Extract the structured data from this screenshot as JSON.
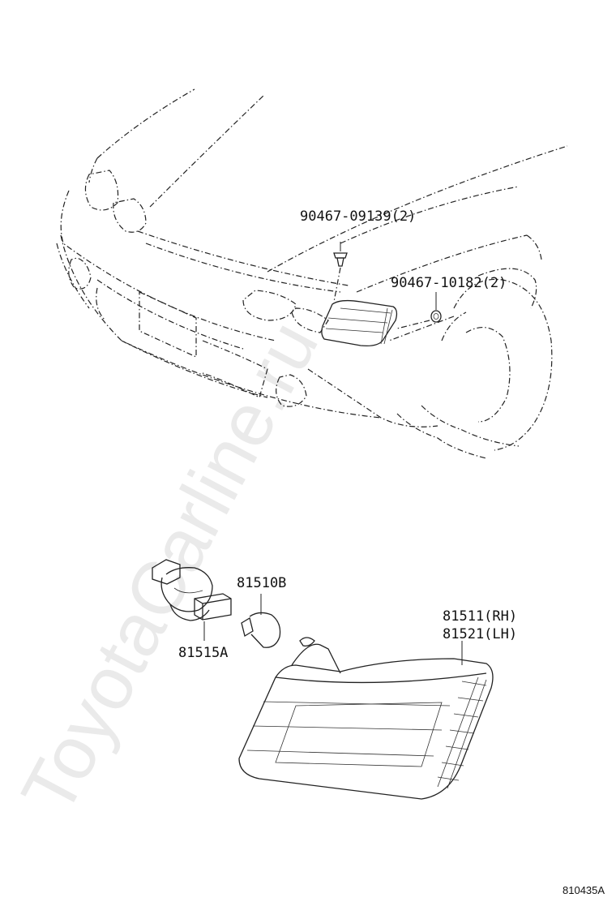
{
  "watermark": "ToyotaCarline.ru",
  "labels": {
    "screw_top": "90467-09139(2)",
    "screw_side": "90467-10182(2)",
    "bulb": "81510B",
    "socket": "81515A",
    "lamp_rh": "81511(RH)",
    "lamp_lh": "81521(LH)"
  },
  "diagram_ref": "810435A"
}
